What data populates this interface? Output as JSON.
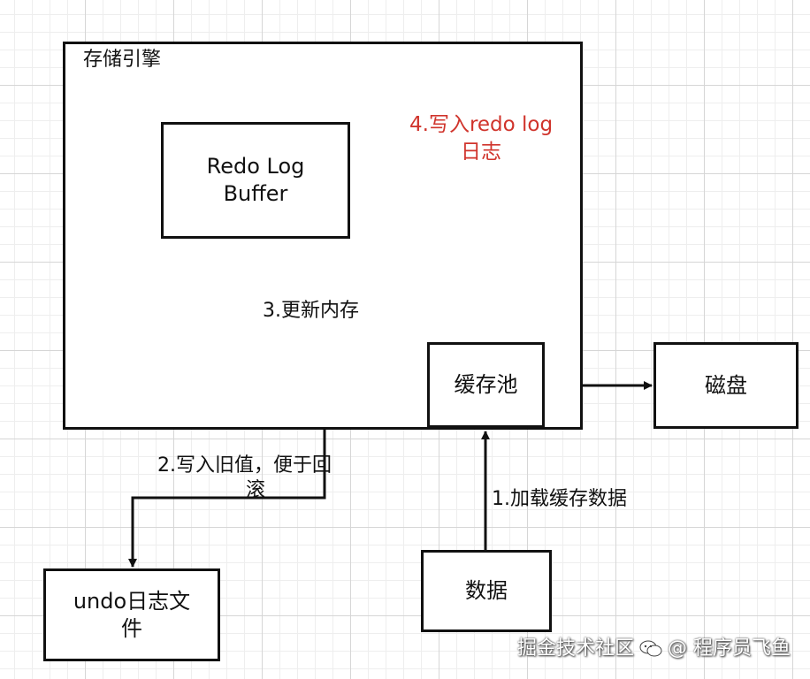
{
  "diagram": {
    "storage_engine_label": "存储引擎",
    "redo_log_buffer_lines": [
      "Redo Log",
      "Buffer"
    ],
    "buffer_pool_label": "缓存池",
    "disk_label": "磁盘",
    "undo_file_lines": [
      "undo日志文",
      "件"
    ],
    "data_label": "数据",
    "step1_label": "1.加载缓存数据",
    "step2_lines": [
      "2.写入旧值，便于回",
      "滚"
    ],
    "step3_label": "3.更新内存",
    "step4_lines": [
      "4.写入redo log",
      "日志"
    ]
  },
  "colors": {
    "line": "#111111",
    "accent_red": "#d0342c"
  },
  "watermark": {
    "site": "掘金技术社区",
    "author": "@ 程序员飞鱼",
    "icon": "wechat-bubble-icon"
  }
}
